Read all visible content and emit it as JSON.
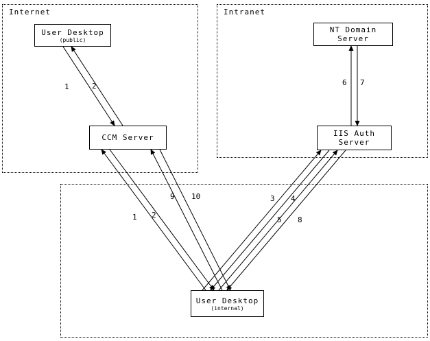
{
  "diagram": {
    "zones": {
      "internet": {
        "label": "Internet"
      },
      "intranet": {
        "label": "Intranet"
      }
    },
    "nodes": {
      "user_desktop_public": {
        "title": "User Desktop",
        "subtitle": "(public)"
      },
      "ccm_server": {
        "title": "CCM Server"
      },
      "nt_domain_server": {
        "title": "NT Domain Server"
      },
      "iis_auth_server": {
        "title": "IIS Auth Server"
      },
      "user_desktop_internal": {
        "title": "User Desktop",
        "subtitle": "(internal)"
      }
    },
    "edge_labels": {
      "step1_public": "1",
      "step2_public": "2",
      "step1_internal": "1",
      "step2_internal": "2",
      "step3": "3",
      "step4": "4",
      "step5": "5",
      "step6": "6",
      "step7": "7",
      "step8": "8",
      "step9": "9",
      "step10": "10"
    },
    "colors": {
      "line": "#000000",
      "background": "#ffffff"
    }
  }
}
